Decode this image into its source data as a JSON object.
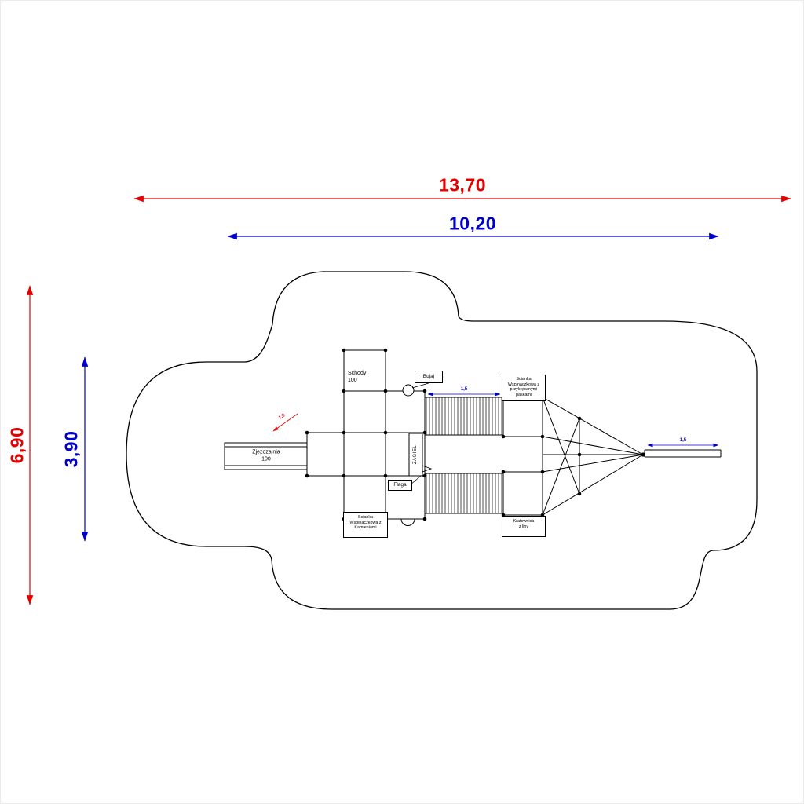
{
  "colors": {
    "dimension_red": "#e50000",
    "dimension_blue": "#0000cc",
    "line_black": "#000000"
  },
  "dimensions": {
    "total_width": "13,70",
    "inner_width": "10,20",
    "total_height": "6,90",
    "inner_height": "3,90",
    "bridge_width": "1,5",
    "beam_length": "1,5",
    "slide_note": "1,0"
  },
  "equipment": {
    "schody": "Schody\n100",
    "zjezdzalnia": "Zjezdzalnia\n100",
    "bujaj": "Bujaj",
    "zagiel": "ZAGIEL",
    "flaga": "Flaga",
    "scianka_kamienie": "Scianka\nWspinaczkowa z\nKamieniami",
    "scianka_paski": "Scianka\nWspinaczkowa z\nprzykręcanymi\npaskami",
    "kratownica": "Kratownica\nz liny"
  }
}
